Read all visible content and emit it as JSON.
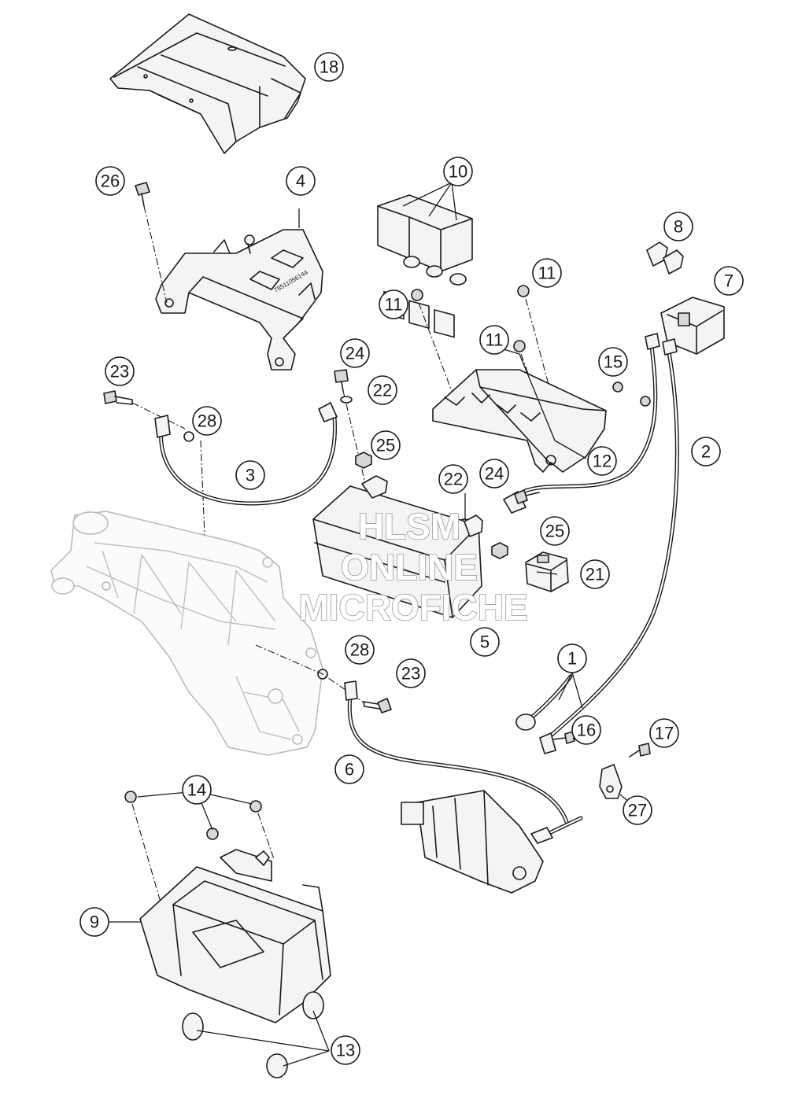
{
  "callouts": [
    {
      "label": "18"
    },
    {
      "label": "26"
    },
    {
      "label": "4"
    },
    {
      "label": "10"
    },
    {
      "label": "8"
    },
    {
      "label": "11"
    },
    {
      "label": "7"
    },
    {
      "label": "11"
    },
    {
      "label": "11"
    },
    {
      "label": "15"
    },
    {
      "label": "24"
    },
    {
      "label": "22"
    },
    {
      "label": "23"
    },
    {
      "label": "28"
    },
    {
      "label": "25"
    },
    {
      "label": "3"
    },
    {
      "label": "2"
    },
    {
      "label": "12"
    },
    {
      "label": "22"
    },
    {
      "label": "24"
    },
    {
      "label": "25"
    },
    {
      "label": "21"
    },
    {
      "label": "5"
    },
    {
      "label": "28"
    },
    {
      "label": "23"
    },
    {
      "label": "1"
    },
    {
      "label": "16"
    },
    {
      "label": "17"
    },
    {
      "label": "6"
    },
    {
      "label": "14"
    },
    {
      "label": "27"
    },
    {
      "label": "9"
    },
    {
      "label": "13"
    }
  ],
  "bracket_stamp": "78511056144",
  "watermark": {
    "line1": "HLSM",
    "line2": "ONLINE",
    "line3": "MICROFICHE"
  }
}
